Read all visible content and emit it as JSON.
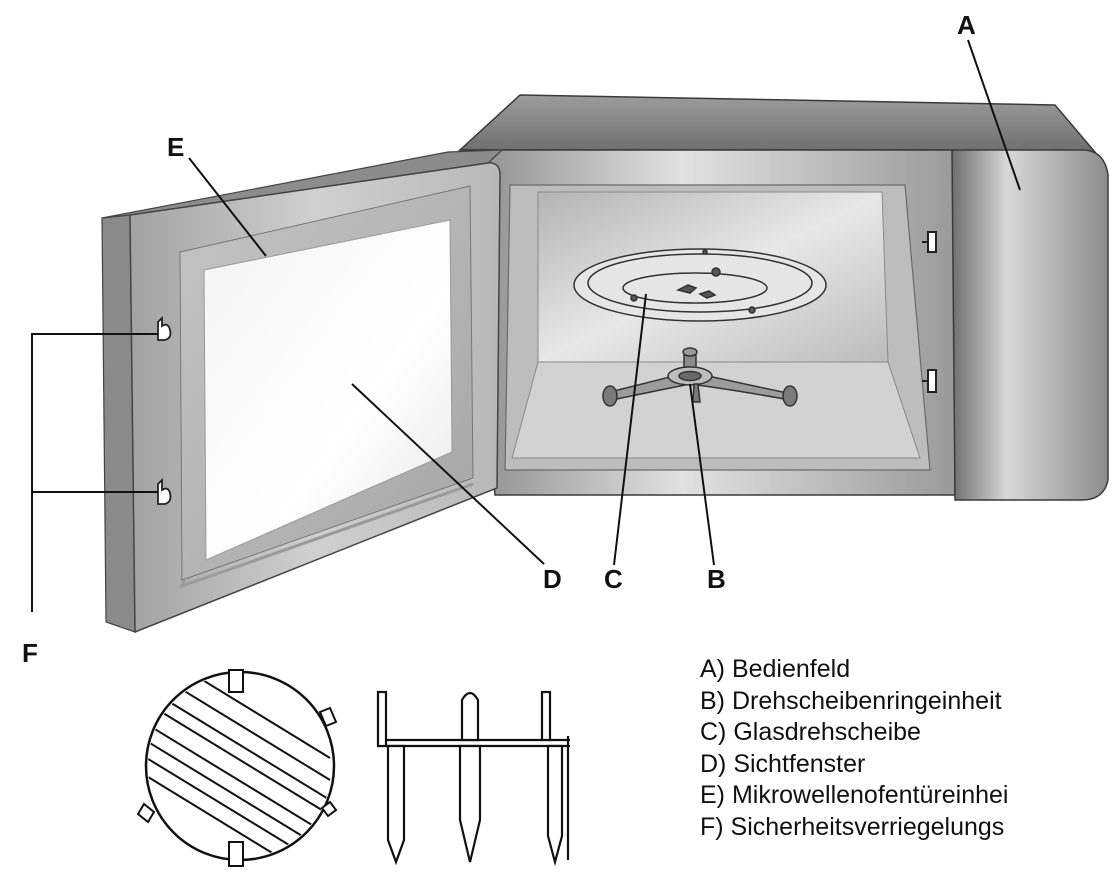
{
  "callouts": {
    "a": "A",
    "b": "B",
    "c": "C",
    "d": "D",
    "e": "E",
    "f": "F"
  },
  "legend": [
    "A) Bedienfeld",
    "B) Drehscheibenringeinheit",
    "C) Glasdrehscheibe",
    "D) Sichtfenster",
    "E) Mikrowellenofentüreinhei",
    "F) Sicherheitsverriegelungs"
  ],
  "colors": {
    "line": "#111111",
    "body_dark": "#7d7d7d",
    "body_light": "#e4e4e4",
    "cavity": "#c9c9c9"
  }
}
